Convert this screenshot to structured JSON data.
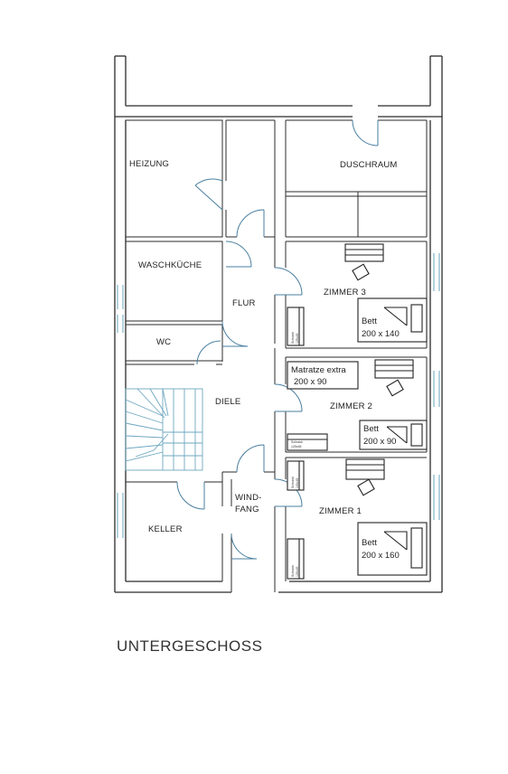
{
  "floor_title": "UNTERGESCHOSS",
  "rooms": {
    "heizung": "HEIZUNG",
    "duschraum": "DUSCHRAUM",
    "waschkueche": "WASCHKÜCHE",
    "flur": "FLUR",
    "zimmer3": "ZIMMER 3",
    "wc": "WC",
    "diele": "DIELE",
    "zimmer2": "ZIMMER 2",
    "windfang_line1": "WIND-",
    "windfang_line2": "FANG",
    "zimmer1": "ZIMMER 1",
    "keller": "KELLER"
  },
  "furniture": {
    "bed3_label": "Bett",
    "bed3_size": "200 x 140",
    "bed2_label": "Bett",
    "bed2_size": "200 x 90",
    "bed1_label": "Bett",
    "bed1_size": "200 x 160",
    "mattress_label": "Matratze extra",
    "mattress_size": "200 x 90",
    "cabinet3_label": "Schrank",
    "cabinet3_size": "125x45",
    "cabinet2_label": "Schrank",
    "cabinet2_size": "125x45",
    "cabinet1a_label": "Schrank",
    "cabinet1a_size": "100x45",
    "cabinet1b_label": "Schrank",
    "cabinet1b_size": "125x45"
  }
}
